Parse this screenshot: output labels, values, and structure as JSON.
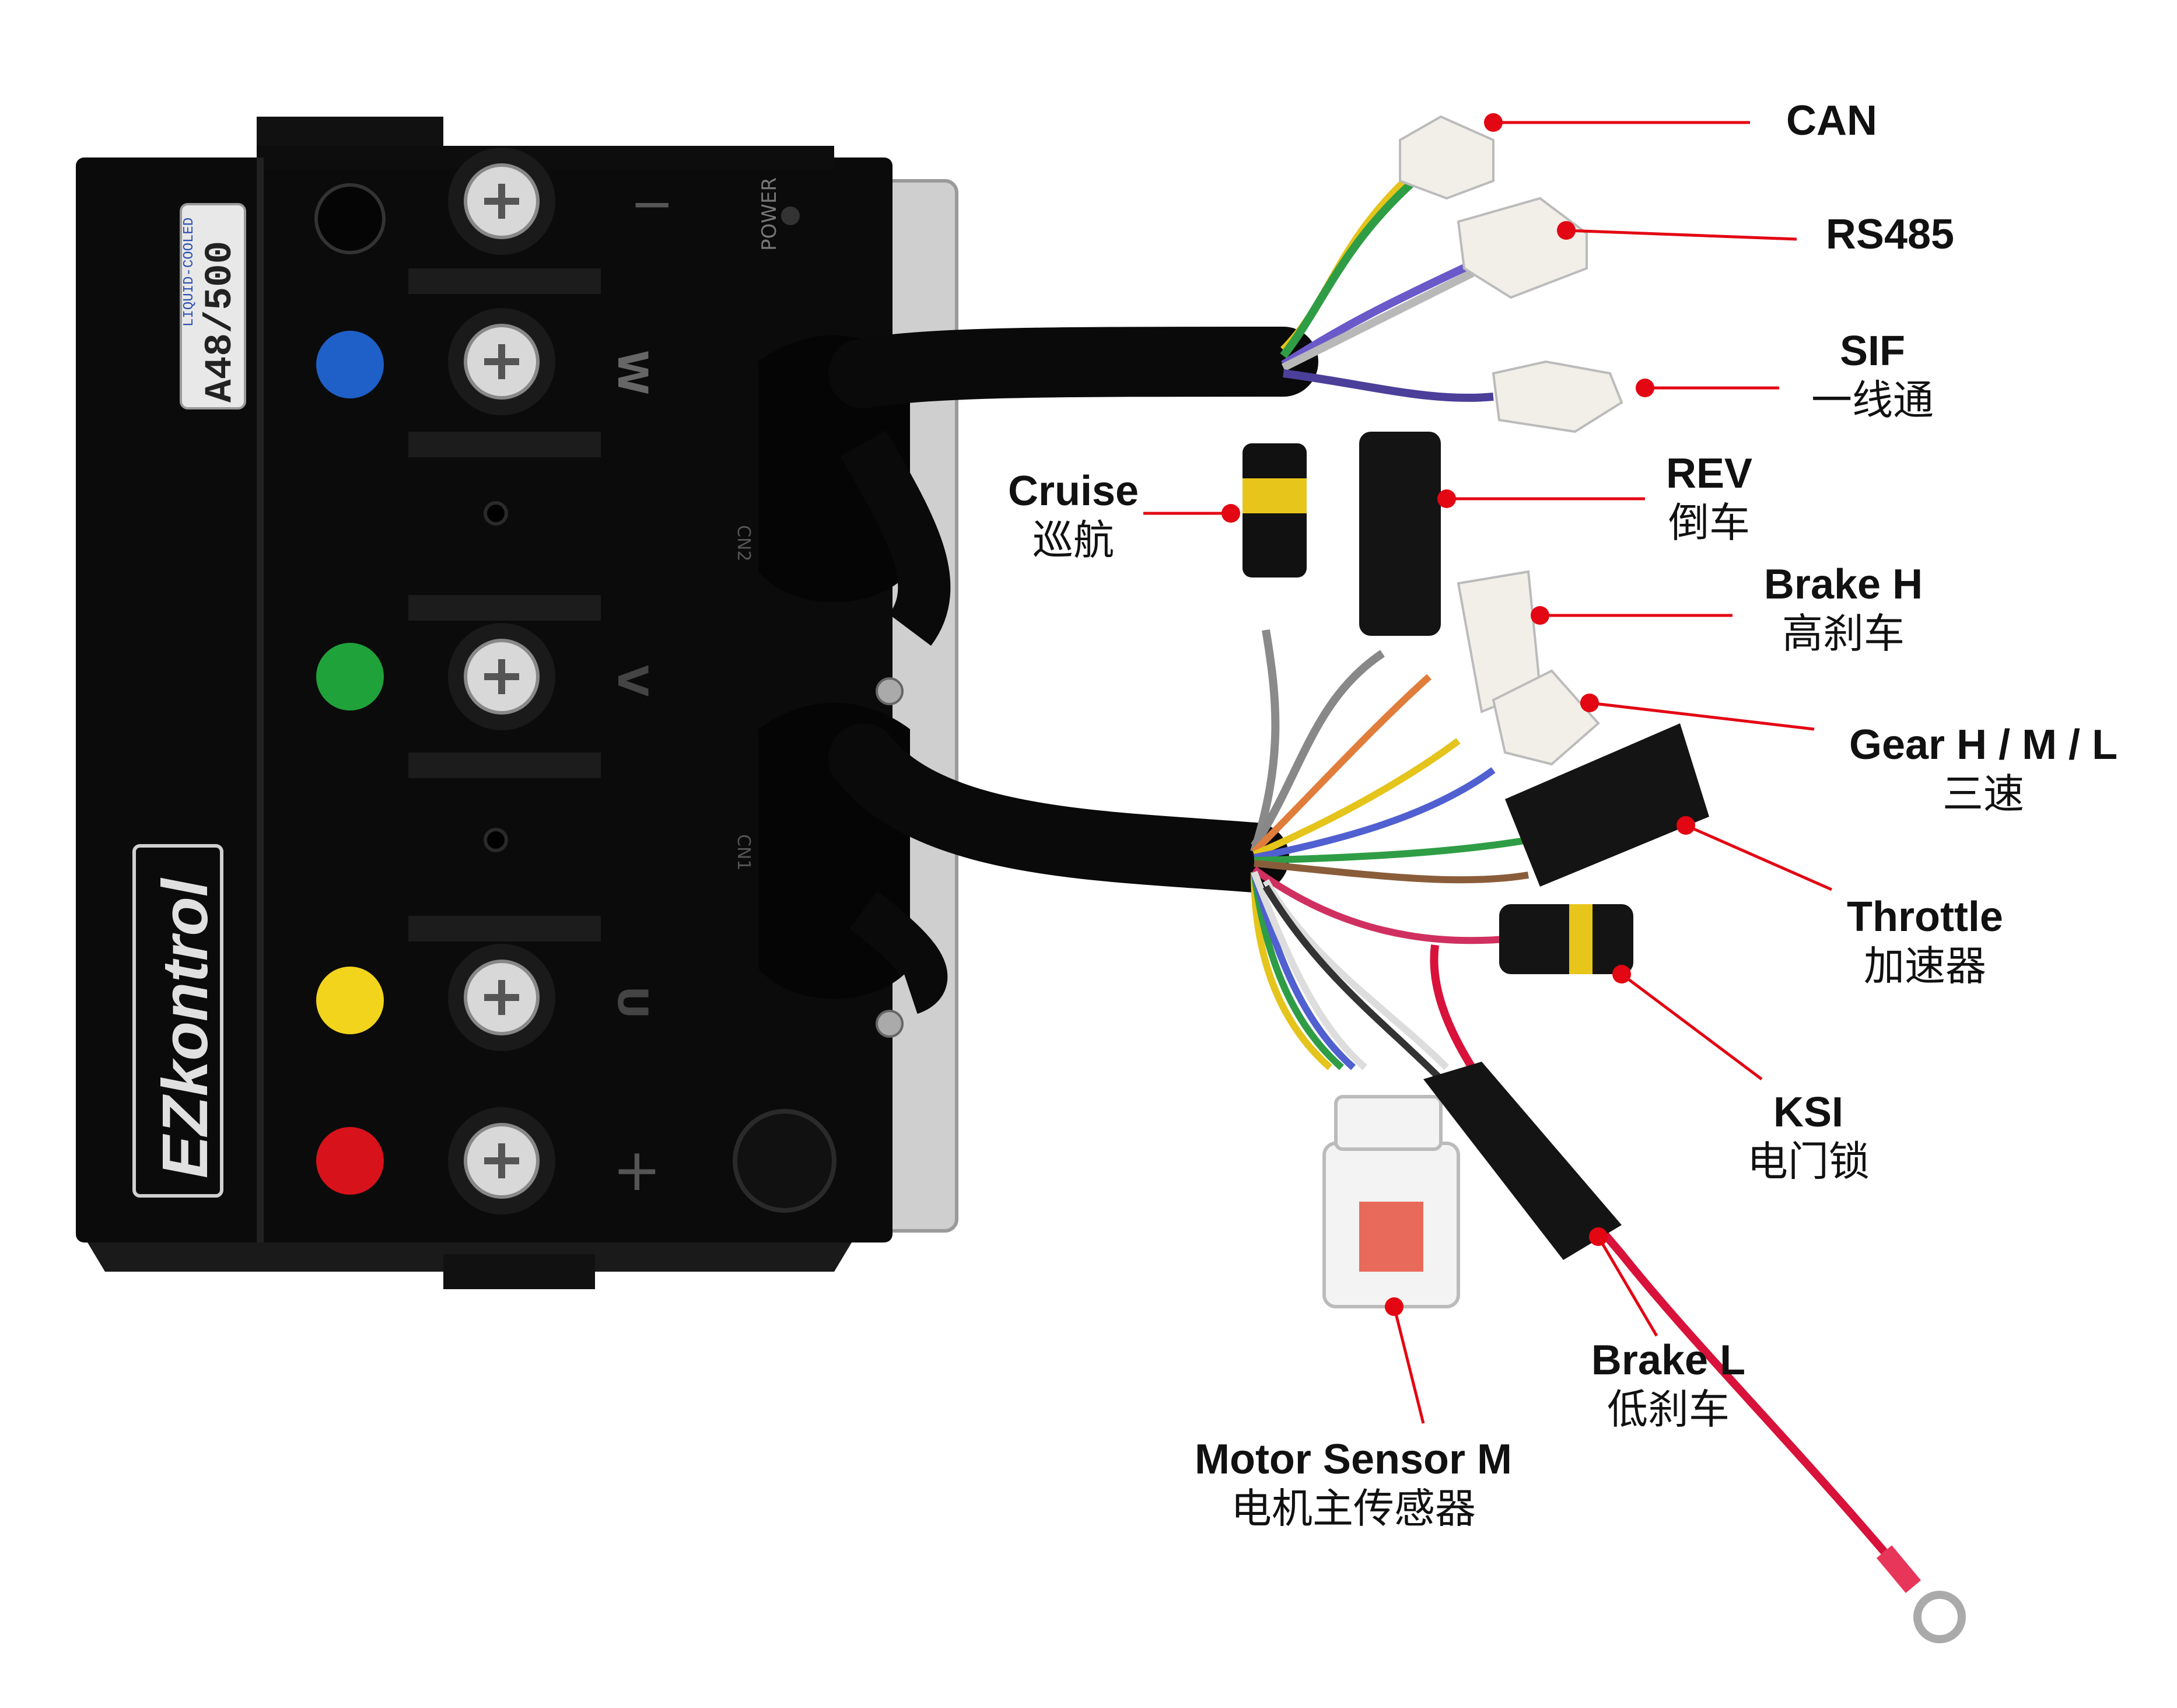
{
  "device": {
    "brand_logo_text": "EZkontrol",
    "model_text": "A48/500",
    "badge_text": "LIQUID-COOLED",
    "power_text": "POWER",
    "phase_labels": [
      "W",
      "V",
      "U"
    ],
    "polarity_minus": "−",
    "polarity_plus": "+",
    "connector_labels": [
      "CN2",
      "CN1"
    ]
  },
  "callouts": [
    {
      "id": "can",
      "en": "CAN",
      "cn": ""
    },
    {
      "id": "rs485",
      "en": "RS485",
      "cn": ""
    },
    {
      "id": "sif",
      "en": "SIF",
      "cn": "一线通"
    },
    {
      "id": "cruise",
      "en": "Cruise",
      "cn": "巡航"
    },
    {
      "id": "rev",
      "en": "REV",
      "cn": "倒车"
    },
    {
      "id": "brake-h",
      "en": "Brake H",
      "cn": "高刹车"
    },
    {
      "id": "gear",
      "en": "Gear H / M / L",
      "cn": "三速"
    },
    {
      "id": "throttle",
      "en": "Throttle",
      "cn": "加速器"
    },
    {
      "id": "ksi",
      "en": "KSI",
      "cn": "电门锁"
    },
    {
      "id": "brake-l",
      "en": "Brake L",
      "cn": "低刹车"
    },
    {
      "id": "motor-sensor",
      "en": "Motor Sensor M",
      "cn": "电机主传感器"
    }
  ],
  "colors": {
    "leader": "#e30613",
    "dot": "#e30613",
    "housing": "#0b0b0b",
    "heatsink": "#c9c9c9",
    "phase_w": "#1e5fc8",
    "phase_v": "#1fa23a",
    "phase_u": "#f2d41c",
    "phase_plus": "#d8121b"
  }
}
